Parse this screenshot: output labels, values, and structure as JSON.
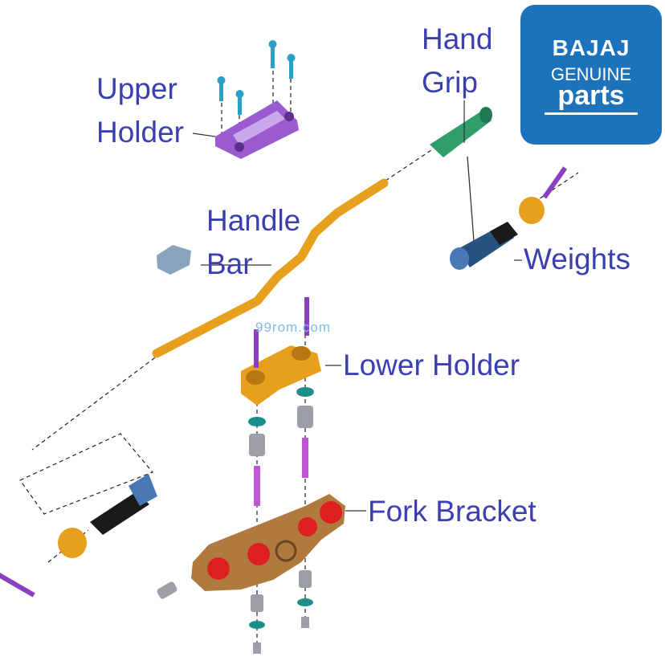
{
  "labels": {
    "upper_holder": "Upper\nHolder",
    "hand_grip": "Hand\nGrip",
    "handle_bar": "Handle\nBar",
    "weights": "Weights",
    "lower_holder": "Lower Holder",
    "fork_bracket": "Fork Bracket"
  },
  "logo": {
    "brand": "BAJAJ",
    "genuine": "GENUINE",
    "parts": "parts"
  },
  "watermark": "99rom.com",
  "colors": {
    "label_text": "#3b3fb0",
    "logo_bg": "#1d73bb",
    "upper_holder": "#9b5bd0",
    "hand_grip": "#2f9e6a",
    "handle_bar": "#e6a01e",
    "fork_bracket": "#b07a3e",
    "red_caps": "#e02020",
    "bolts_purple": "#8a3fc0",
    "bolts_cyan": "#2aa0c8",
    "washers": "#1c8f8a"
  }
}
